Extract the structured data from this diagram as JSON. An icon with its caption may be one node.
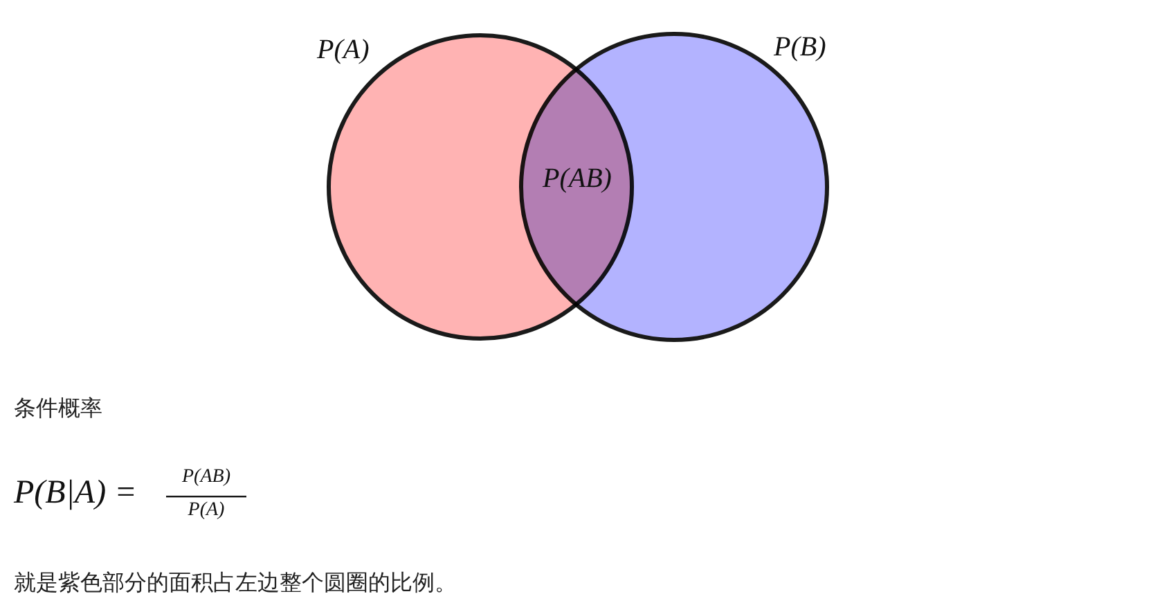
{
  "diagram": {
    "nodes": [
      {
        "text": [
          "P(A)"
        ]
      },
      {
        "text": [
          "P(B)"
        ]
      },
      {
        "text": [
          "P(AB)"
        ]
      }
    ],
    "edges": [],
    "labels": [
      "条件概率",
      "P(B|A) =",
      "P(AB)",
      "P(A)",
      "就是紫色部分的面积占左边整个圆圈的比例。"
    ]
  }
}
